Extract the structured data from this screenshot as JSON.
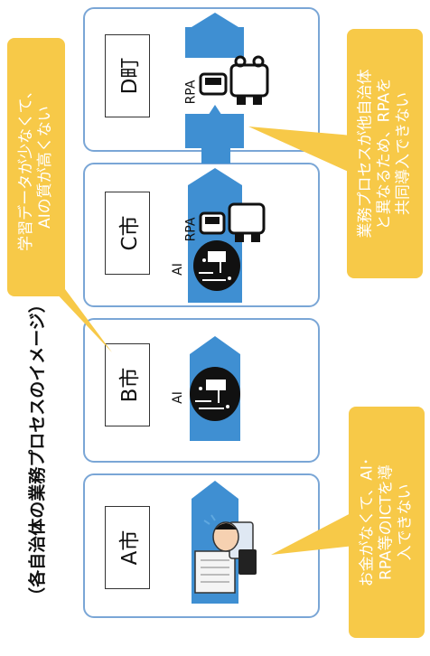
{
  "title": "（各自治体の業務プロセスのイメージ）",
  "panels": [
    {
      "name": "A市"
    },
    {
      "name": "B市",
      "labels": [
        "AI"
      ]
    },
    {
      "name": "C市",
      "labels": [
        "AI",
        "RPA"
      ]
    },
    {
      "name": "D町",
      "labels": [
        "RPA"
      ]
    }
  ],
  "callouts": {
    "top_left": [
      "学習データが少なくて、",
      "AIの質が高くない"
    ],
    "top_right": [
      "業務プロセスが他自治体",
      "と異なるため、RPAを",
      "共同導入できない"
    ],
    "bottom_right": [
      "お金がなくて、AI･",
      "RPA等のICTを導",
      "入できない"
    ]
  },
  "colors": {
    "panel_border": "#7aa6d6",
    "arrow": "#3f8fd2",
    "callout": "#f7c948"
  }
}
